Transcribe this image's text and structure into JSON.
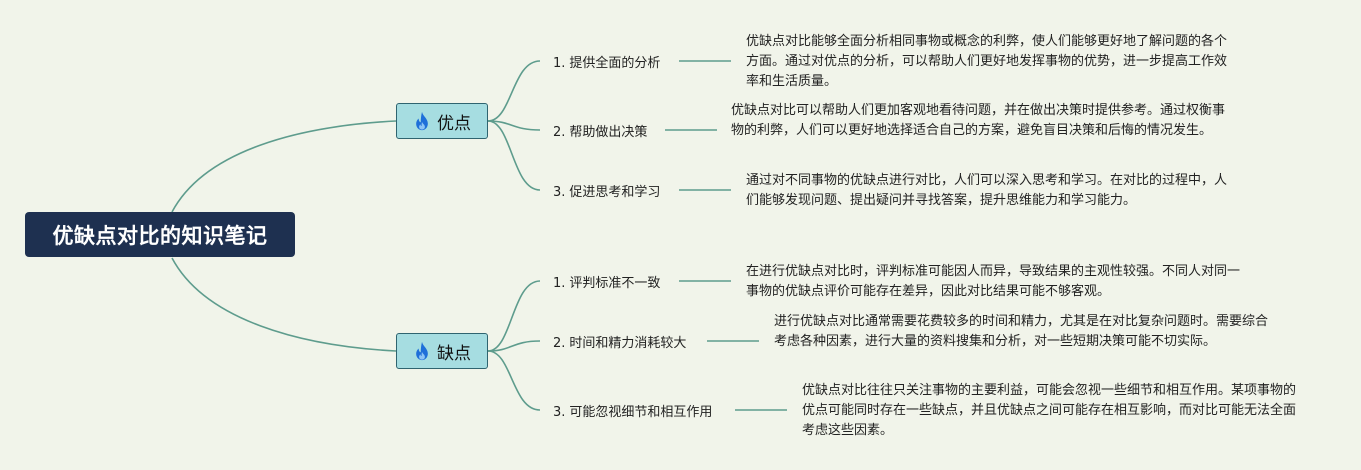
{
  "title": "优缺点对比的知识笔记",
  "categories": [
    {
      "label": "优点",
      "icon": "fire-icon",
      "icon_color": "#1e6fd9",
      "items": [
        {
          "num": "1.",
          "label": "提供全面的分析",
          "desc": "优缺点对比能够全面分析相同事物或概念的利弊，使人们能够更好地了解问题的各个方面。通过对优点的分析，可以帮助人们更好地发挥事物的优势，进一步提高工作效率和生活质量。"
        },
        {
          "num": "2.",
          "label": "帮助做出决策",
          "desc": "优缺点对比可以帮助人们更加客观地看待问题，并在做出决策时提供参考。通过权衡事物的利弊，人们可以更好地选择适合自己的方案，避免盲目决策和后悔的情况发生。"
        },
        {
          "num": "3.",
          "label": "促进思考和学习",
          "desc": "通过对不同事物的优缺点进行对比，人们可以深入思考和学习。在对比的过程中，人们能够发现问题、提出疑问并寻找答案，提升思维能力和学习能力。"
        }
      ]
    },
    {
      "label": "缺点",
      "icon": "fire-icon",
      "icon_color": "#1e6fd9",
      "items": [
        {
          "num": "1.",
          "label": "评判标准不一致",
          "desc": "在进行优缺点对比时，评判标准可能因人而异，导致结果的主观性较强。不同人对同一事物的优缺点评价可能存在差异，因此对比结果可能不够客观。"
        },
        {
          "num": "2.",
          "label": "时间和精力消耗较大",
          "desc": "进行优缺点对比通常需要花费较多的时间和精力，尤其是在对比复杂问题时。需要综合考虑各种因素，进行大量的资料搜集和分析，对一些短期决策可能不切实际。"
        },
        {
          "num": "3.",
          "label": "可能忽视细节和相互作用",
          "desc": "优缺点对比往往只关注事物的主要利益，可能会忽视一些细节和相互作用。某项事物的优点可能同时存在一些缺点，并且优缺点之间可能存在相互影响，而对比可能无法全面考虑这些因素。"
        }
      ]
    }
  ],
  "colors": {
    "background": "#f1f4ea",
    "root_fill": "#1e3050",
    "category_fill": "#a6dde1",
    "category_border": "#2f6470",
    "branch_line": "#5e9c8d"
  }
}
